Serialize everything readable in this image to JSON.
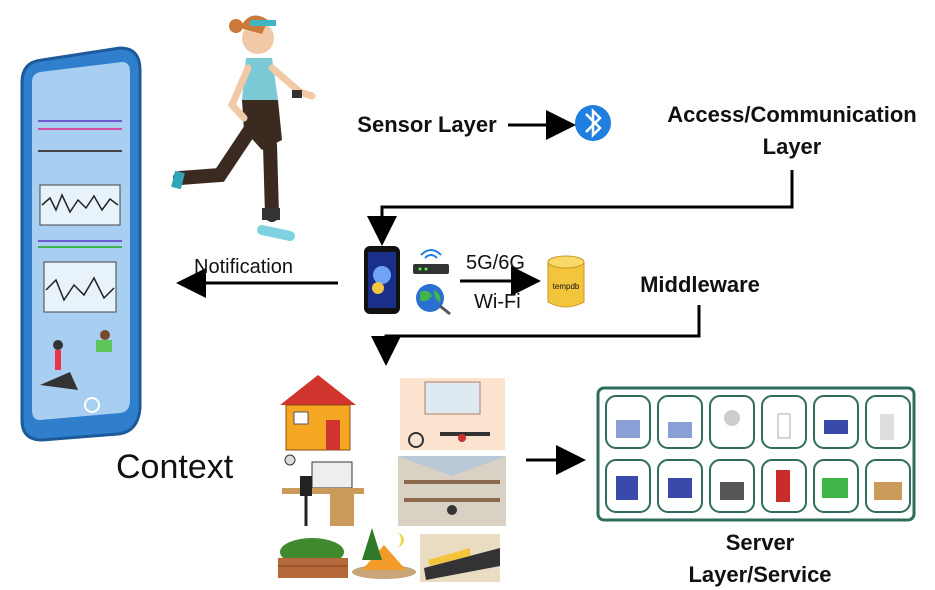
{
  "labels": {
    "sensor_layer": "Sensor Layer",
    "access_comm_line1": "Access/Communication",
    "access_comm_line2": "Layer",
    "notification": "Notification",
    "network_5g6g": "5G/6G",
    "network_wifi": "Wi-Fi",
    "middleware": "Middleware",
    "db_label": "tempdb",
    "context": "Context",
    "server_line1": "Server",
    "server_line2": "Layer/Service"
  },
  "colors": {
    "phone_body": "#3d8fd9",
    "phone_screen": "#a8cff2",
    "arrow": "#000000",
    "bluetooth": "#1e7fe0",
    "database": "#f2c53d",
    "house_wall": "#f5a623",
    "house_roof": "#d0342c",
    "server_frame": "#2f6b5e"
  },
  "icons": [
    "runner-illustration",
    "bluetooth-icon",
    "smartphone-icon",
    "router-icon",
    "globe-icon",
    "database-icon",
    "house-icon",
    "gym-icon",
    "office-desk-icon",
    "mall-icon",
    "garden-icon",
    "tent-icon",
    "train-icon",
    "activity-grid-icon"
  ]
}
